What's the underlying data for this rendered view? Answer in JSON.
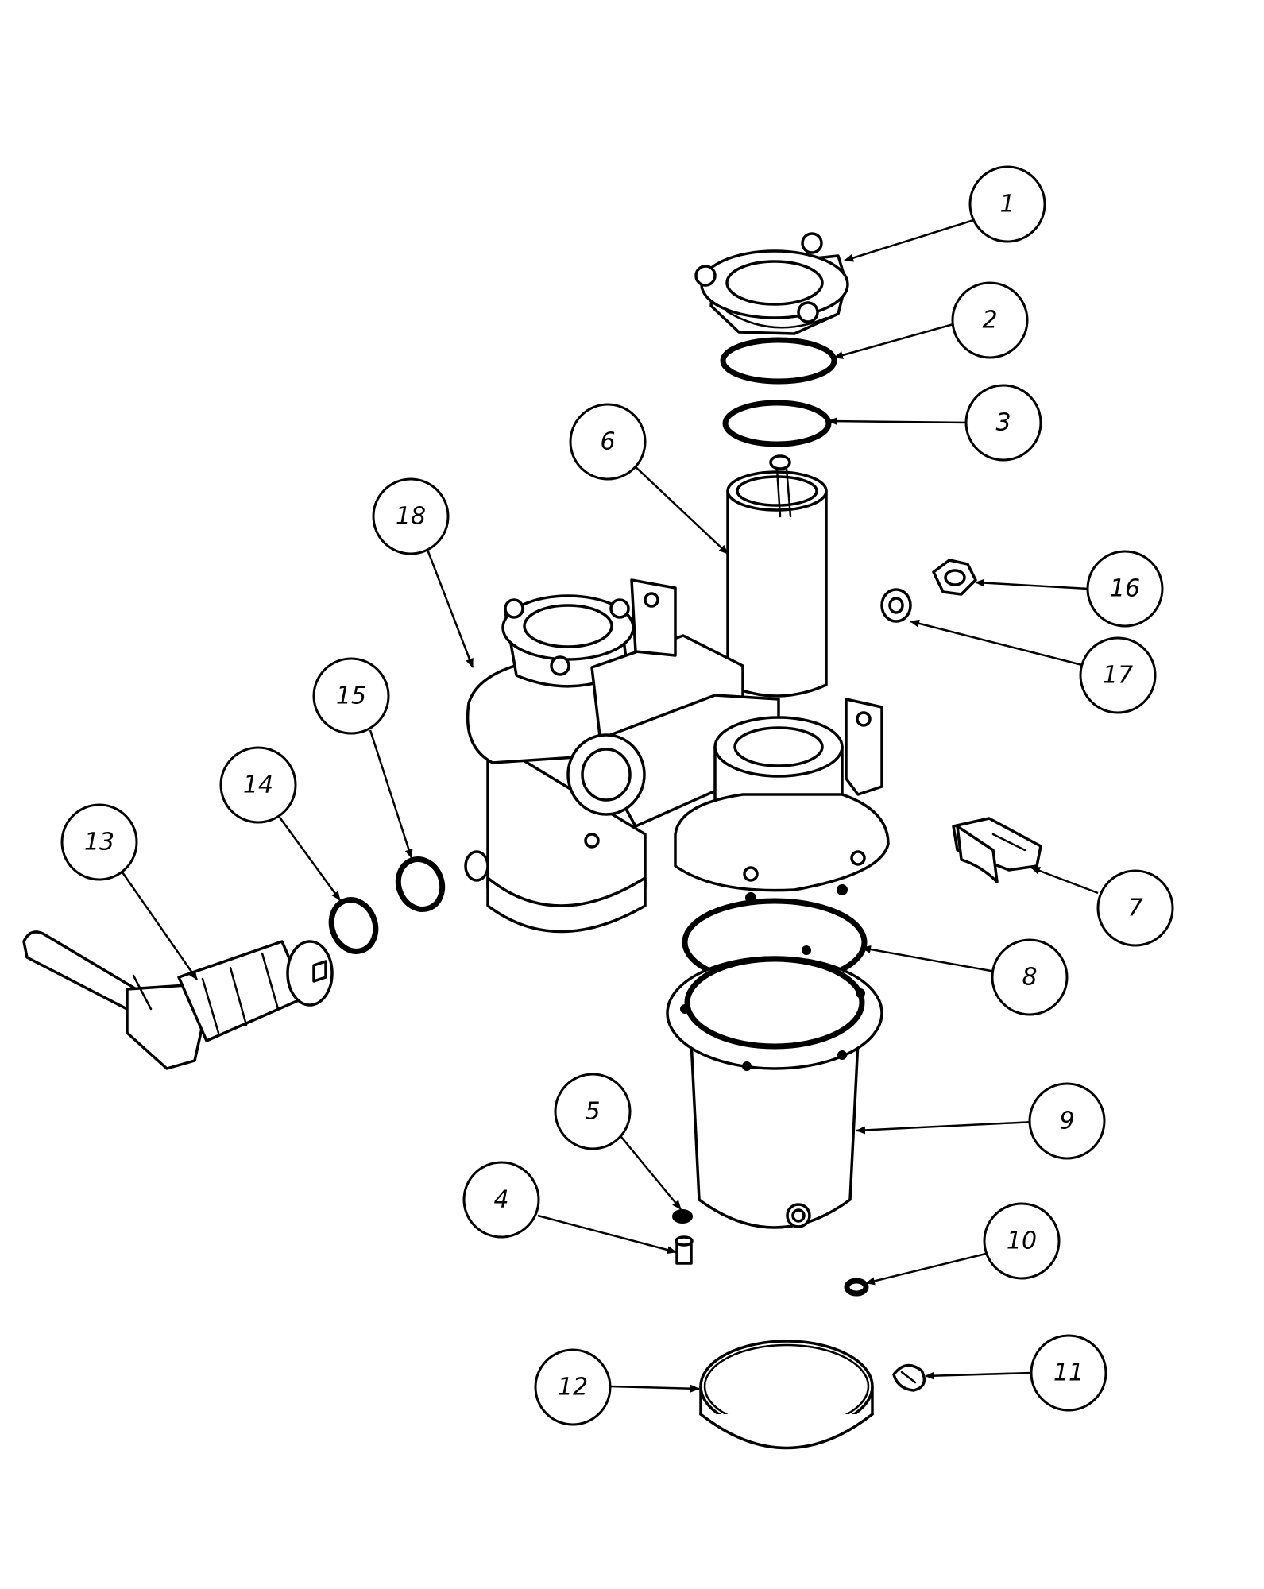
{
  "callouts": [
    {
      "id": "1",
      "label": "1"
    },
    {
      "id": "2",
      "label": "2"
    },
    {
      "id": "3",
      "label": "3"
    },
    {
      "id": "4",
      "label": "4"
    },
    {
      "id": "5",
      "label": "5"
    },
    {
      "id": "6",
      "label": "6"
    },
    {
      "id": "7",
      "label": "7"
    },
    {
      "id": "8",
      "label": "8"
    },
    {
      "id": "9",
      "label": "9"
    },
    {
      "id": "10",
      "label": "10"
    },
    {
      "id": "11",
      "label": "11"
    },
    {
      "id": "12",
      "label": "12"
    },
    {
      "id": "13",
      "label": "13"
    },
    {
      "id": "14",
      "label": "14"
    },
    {
      "id": "15",
      "label": "15"
    },
    {
      "id": "16",
      "label": "16"
    },
    {
      "id": "17",
      "label": "17"
    },
    {
      "id": "18",
      "label": "18"
    }
  ],
  "colors": {
    "line": "#000000",
    "background": "#ffffff"
  }
}
